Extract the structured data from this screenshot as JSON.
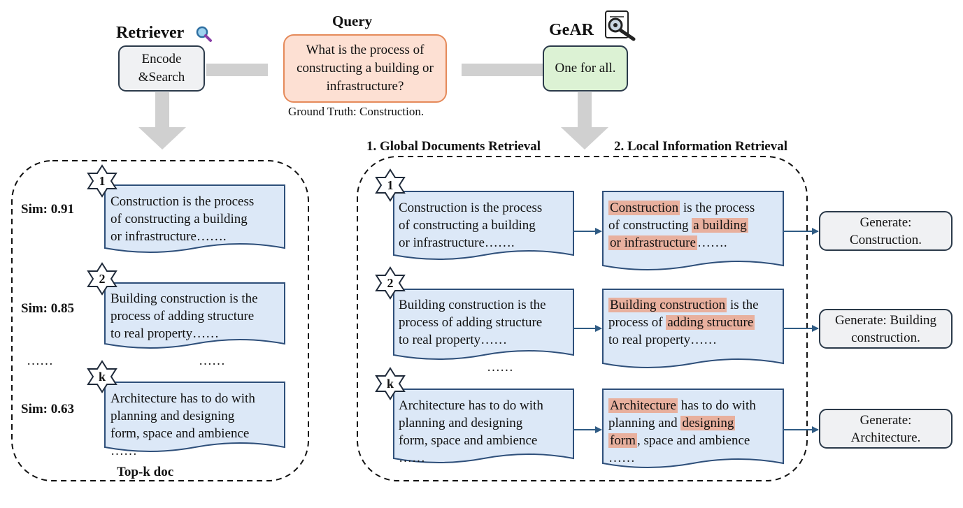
{
  "retriever": {
    "title": "Retriever",
    "box": "Encode &Search",
    "sims": [
      "Sim: 0.91",
      "Sim: 0.85",
      "Sim: 0.63"
    ],
    "dots_left": "……",
    "dots_mid": "……",
    "footer": "Top-k doc"
  },
  "query": {
    "title": "Query",
    "text": "What is the process of constructing a building or infrastructure?",
    "ground_truth": "Ground Truth: Construction."
  },
  "gear": {
    "title": "GeAR",
    "box": "One for all.",
    "step1": "1. Global Documents Retrieval",
    "step2": "2. Local Information Retrieval",
    "dots": "……"
  },
  "ranks": [
    "1",
    "2",
    "k"
  ],
  "docs": [
    {
      "line1": "Construction is the process",
      "line2": "of constructing a building",
      "line3": "or infrastructure……."
    },
    {
      "line1": "Building construction is the",
      "line2": "process of adding structure",
      "line3": "to real property……"
    },
    {
      "line1": "Architecture has to do with",
      "line2": "planning and designing",
      "line3": "form, space and ambience",
      "line4": "……"
    }
  ],
  "local_docs": [
    {
      "h1": "Construction",
      "t1": " is the process",
      "t2": "of constructing ",
      "h2a": "a building",
      "h2b": "or infrastructure",
      "t3": "……."
    },
    {
      "h1": "Building construction",
      "t1": " is the",
      "t2": "process of ",
      "h2": "adding structure",
      "t3": "to real property……"
    },
    {
      "h1": "Architecture",
      "t1": " has to do with",
      "t2": "planning and ",
      "h2a": "designing",
      "h2b": "form",
      "t3": ", space and ambience",
      "t4": "……"
    }
  ],
  "generated": [
    {
      "line1": "Generate:",
      "line2": "Construction."
    },
    {
      "line1": "Generate: Building",
      "line2": "construction."
    },
    {
      "line1": "Generate:",
      "line2": "Architecture."
    }
  ],
  "colors": {
    "doc_fill": "#dce8f7",
    "doc_stroke": "#2e4f7a",
    "query_fill": "#fde0d3",
    "query_stroke": "#e58a5a",
    "gear_fill": "#dcf2d4",
    "retriever_fill": "#f0f1f3",
    "highlight": "#e8b09e",
    "arrow_gray": "#d0d0d0",
    "arrow_blue": "#2f5b84"
  },
  "icons": [
    "magnifier-icon",
    "gear-magnifier-icon",
    "star-badge-icon"
  ]
}
